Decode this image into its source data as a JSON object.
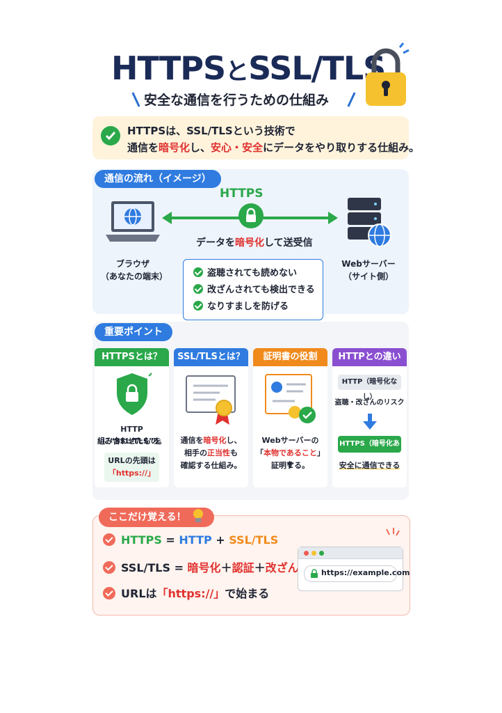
{
  "title": {
    "part1": "HTTPS",
    "part2": "と",
    "part3": "SSL/TLS"
  },
  "subtitle": "安全な通信を行うための仕組み",
  "summary": {
    "line1": "HTTPSは、SSL/TLSという技術で",
    "line2_a": "通信を",
    "line2_b": "暗号化",
    "line2_c": "し、",
    "line2_d": "安心・安全",
    "line2_e": "にデータをやり取りする仕組み。"
  },
  "flow": {
    "label": "通信の流れ（イメージ）",
    "protocol": "HTTPS",
    "data_a": "データを",
    "data_b": "暗号化",
    "data_c": "して送受信",
    "browser_line1": "ブラウザ",
    "browser_line2": "（あなたの端末）",
    "server_line1": "Webサーバー",
    "server_line2": "（サイト側）",
    "benefits": [
      "盗聴されても読めない",
      "改ざんされても検出できる",
      "なりすましを防げる"
    ]
  },
  "points": {
    "label": "重要ポイント",
    "cards": [
      {
        "title": "HTTPSとは？",
        "color": "#2aa84a",
        "text1": "HTTPに“SSL/TLS”を",
        "text2": "組み合わせたもの。",
        "note1": "URLの先頭は",
        "note2": "「https://」"
      },
      {
        "title": "SSL/TLSとは？",
        "color": "#2f7be0",
        "text1a": "通信を",
        "text1b": "暗号化",
        "text1c": "し、",
        "text2a": "相手の",
        "text2b": "正当性",
        "text2c": "も",
        "text3": "確認する仕組み。"
      },
      {
        "title": "証明書の役割",
        "color": "#f08a1c",
        "text1": "Webサーバーの",
        "text2a": "「",
        "text2b": "本物であること",
        "text2c": "」を",
        "text3": "証明する。"
      },
      {
        "title": "HTTPとの違い",
        "color": "#8a4fd1",
        "http": "HTTP（暗号化なし）",
        "risk": "盗聴・改ざんのリスク",
        "https": "HTTPS（暗号化あり）",
        "safe": "安全に通信できる"
      }
    ]
  },
  "remember": {
    "label": "ここだけ覚える！",
    "row1": {
      "a": "HTTPS",
      "b": " = ",
      "c": "HTTP",
      "d": " + ",
      "e": "SSL/TLS"
    },
    "row2": {
      "a": "SSL/TLS = ",
      "b": "暗号化",
      "c": "＋",
      "d": "認証",
      "e": "＋",
      "f": "改ざん検出"
    },
    "row3": {
      "a": "URLは",
      "b": "「https://」",
      "c": "で始まる"
    },
    "url": "https://example.com"
  },
  "colors": {
    "green": "#2aa84a",
    "blue": "#2f7be0",
    "orange": "#f08a1c",
    "purple": "#8a4fd1",
    "red": "#e0312f",
    "coral": "#f06a5a"
  }
}
